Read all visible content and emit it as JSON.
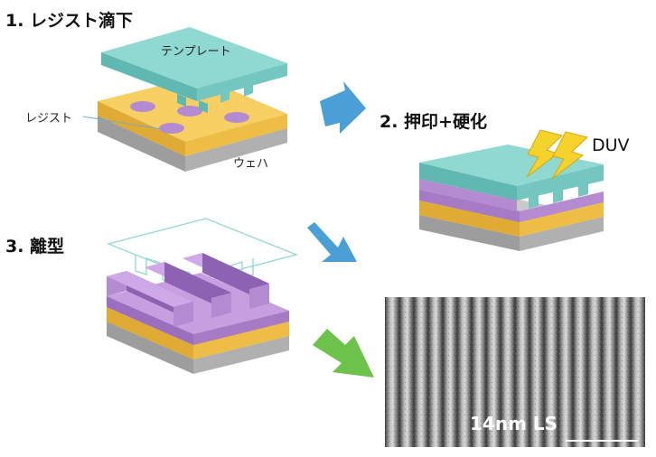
{
  "steps": [
    {
      "title": "1. レジスト滴下"
    },
    {
      "title": "2. 押印+硬化"
    },
    {
      "title": "3. 離型"
    }
  ],
  "labels": {
    "template": "テンプレート",
    "resist": "レジスト",
    "wafer": "ウェハ",
    "duv": "DUV"
  },
  "sem_image": {
    "caption": "14nm LS"
  },
  "colors": {
    "template": "#7fd0c9",
    "resist_layer": "#f5c95a",
    "resist_drop": "#b48bd0",
    "wafer": "#b5b5b5",
    "arrow_blue": "#4a9fd6",
    "arrow_green": "#6cc24a",
    "lightning": "#f6d32b"
  }
}
